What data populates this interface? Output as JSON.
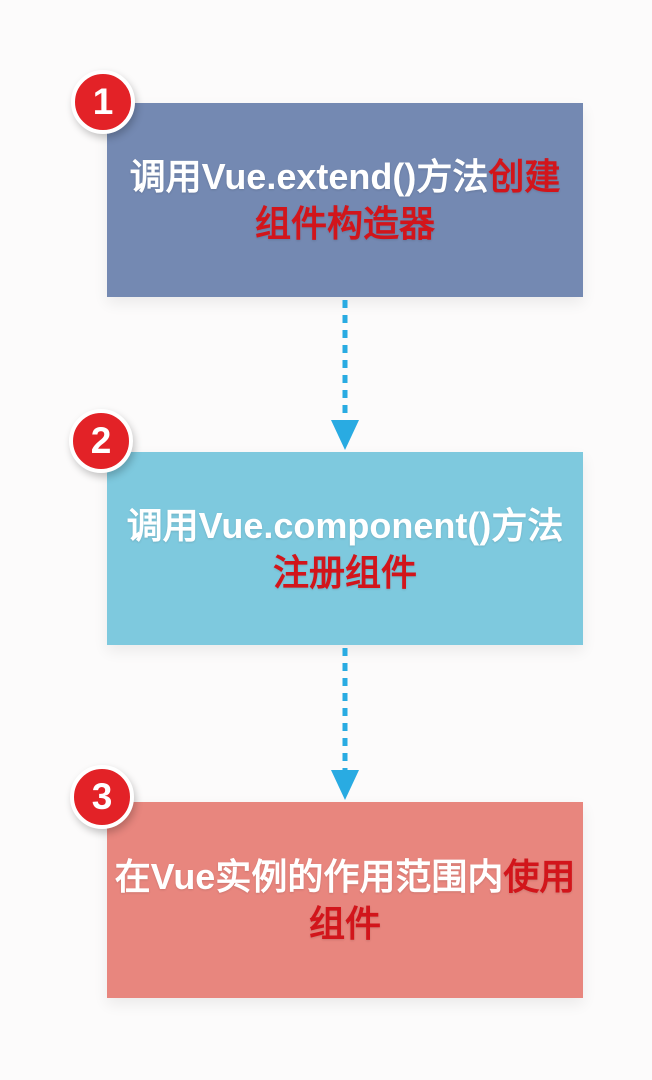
{
  "page": {
    "background_color": "#fcfbfb"
  },
  "flow": {
    "title_hint": "Vue component usage flow",
    "arrow_color": "#29abe2",
    "badge_color": "#e32227",
    "highlight_text_color": "#d2151b",
    "steps": [
      {
        "number": "1",
        "box_color": "#7489b2",
        "line1_white": "调用Vue.extend()方法",
        "line1_red": "创建",
        "line2_red": "组件构造器"
      },
      {
        "number": "2",
        "box_color": "#7ec9de",
        "line1_white": "调用Vue.component()方法",
        "line1_red": "",
        "line2_red": "注册组件"
      },
      {
        "number": "3",
        "box_color": "#e8867e",
        "line1_white": "在Vue实例的作用范围内",
        "line1_red": "使用",
        "line2_red": "组件"
      }
    ]
  }
}
